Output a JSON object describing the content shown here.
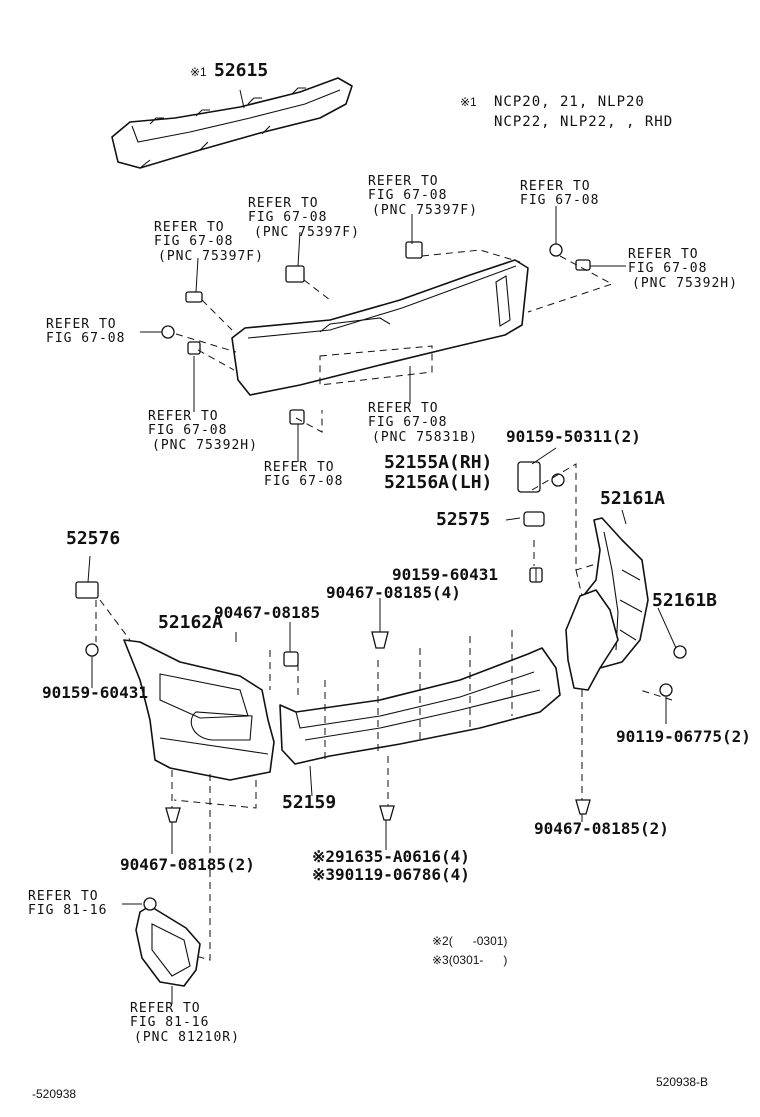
{
  "notes": {
    "star1_mark": "※1",
    "star1_line1": "NCP20, 21, NLP20",
    "star1_line2": "NCP22, NLP22, , RHD",
    "star2": "※2(      -0301)",
    "star3": "※3(0301-      )"
  },
  "parts": {
    "p52615": "52615",
    "p52615_mark": "※1",
    "p52155A": "52155A(RH)",
    "p52156A": "52156A(LH)",
    "p52575": "52575",
    "p52576": "52576",
    "p52161A": "52161A",
    "p52161B": "52161B",
    "p52162A": "52162A",
    "p52159": "52159",
    "b90159_50311": "90159-50311(2)",
    "b90159_60431_a": "90159-60431",
    "b90467_08185_4": "90467-08185(4)",
    "b90467_08185": "90467-08185",
    "b90159_60431_b": "90159-60431",
    "b90119_06775": "90119-06775(2)",
    "b90467_08185_2r": "90467-08185(2)",
    "b90467_08185_2l": "90467-08185(2)",
    "b91635": "※291635-A0616(4)",
    "b90119_06786": "※390119-06786(4)"
  },
  "refs": {
    "r1": [
      "REFER TO",
      "FIG 67-08",
      "(PNC 75397F)"
    ],
    "r2": [
      "REFER TO",
      "FIG 67-08",
      "(PNC 75397F)"
    ],
    "r3": [
      "REFER TO",
      "FIG 67-08",
      "(PNC 75397F)"
    ],
    "r4": [
      "REFER TO",
      "FIG 67-08"
    ],
    "r5": [
      "REFER TO",
      "FIG 67-08",
      "(PNC 75392H)"
    ],
    "r6": [
      "REFER TO",
      "FIG 67-08"
    ],
    "r7": [
      "REFER TO",
      "FIG 67-08",
      "(PNC 75392H)"
    ],
    "r8": [
      "REFER TO",
      "FIG 67-08",
      "(PNC 75831B)"
    ],
    "r9": [
      "REFER TO",
      "FIG 67-08"
    ],
    "r10": [
      "REFER TO",
      "FIG 81-16"
    ],
    "r11": [
      "REFER TO",
      "FIG 81-16",
      "(PNC 81210R)"
    ]
  },
  "footer": {
    "left_code": "-520938",
    "right_code": "520938-B"
  }
}
